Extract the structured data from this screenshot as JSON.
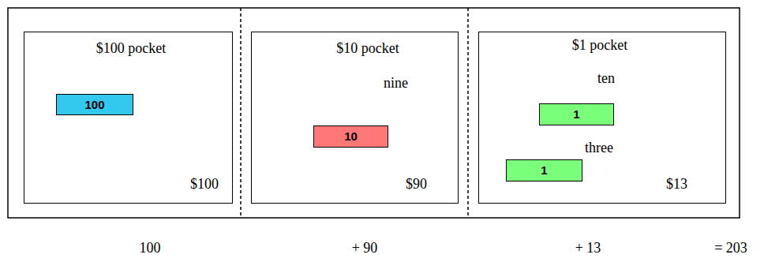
{
  "diagram": {
    "nodes": [
      {
        "text": [
          "$100 pocket",
          "$100"
        ]
      },
      {
        "text": [
          "100"
        ],
        "in": 0
      },
      {
        "text": [
          "$10 pocket",
          "nine",
          "$90"
        ]
      },
      {
        "text": [
          "10"
        ],
        "in": 2
      },
      {
        "text": [
          "$1 pocket",
          "ten",
          "three",
          "$13"
        ]
      },
      {
        "text": [
          "1"
        ],
        "in": 4
      },
      {
        "text": [
          "1"
        ],
        "in": 4
      }
    ],
    "labels": [
      "100",
      "+ 90",
      "+ 13",
      "= 203"
    ]
  }
}
